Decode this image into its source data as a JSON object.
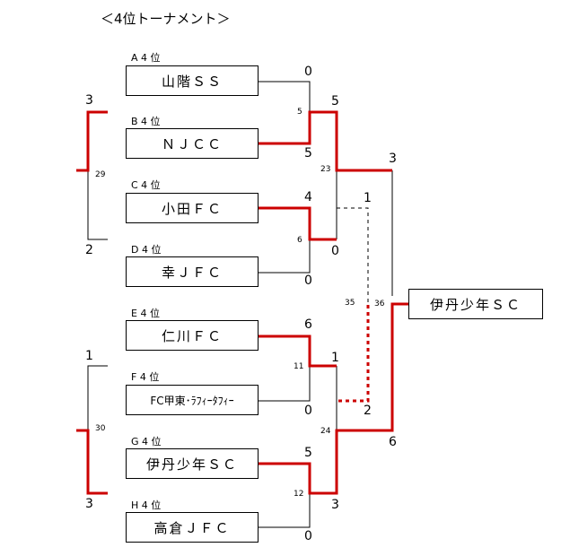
{
  "title": "＜4位トーナメント＞",
  "teams": [
    {
      "seed": "A 4 位",
      "name": "山階ＳＳ"
    },
    {
      "seed": "B 4 位",
      "name": "ＮＪＣＣ"
    },
    {
      "seed": "C 4 位",
      "name": "小田ＦＣ"
    },
    {
      "seed": "D 4 位",
      "name": "幸ＪＦＣ"
    },
    {
      "seed": "E 4 位",
      "name": "仁川ＦＣ"
    },
    {
      "seed": "F 4 位",
      "name": "FC甲東･ﾗﾌｨｰﾀﾌｨｰ"
    },
    {
      "seed": "G 4 位",
      "name": "伊丹少年ＳＣ"
    },
    {
      "seed": "H 4 位",
      "name": "高倉ＪＦＣ"
    }
  ],
  "winner": "伊丹少年ＳＣ",
  "matches": [
    {
      "no": "5",
      "score_top": "0",
      "score_bottom": "5"
    },
    {
      "no": "6",
      "score_top": "4",
      "score_bottom": "0"
    },
    {
      "no": "11",
      "score_top": "6",
      "score_bottom": "0"
    },
    {
      "no": "12",
      "score_top": "5",
      "score_bottom": "0"
    },
    {
      "no": "23",
      "score_top": "5",
      "score_bottom": "0"
    },
    {
      "no": "24",
      "score_top": "1",
      "score_bottom": "3"
    },
    {
      "no": "36",
      "score_top": "3",
      "score_bottom": "6"
    },
    {
      "no": "29",
      "score_top": "3",
      "score_bottom": "2"
    },
    {
      "no": "30",
      "score_top": "1",
      "score_bottom": "3"
    },
    {
      "no": "35",
      "score_top": "1",
      "score_bottom": "2"
    }
  ],
  "colors": {
    "win": "#cc0000",
    "line": "#000000"
  }
}
